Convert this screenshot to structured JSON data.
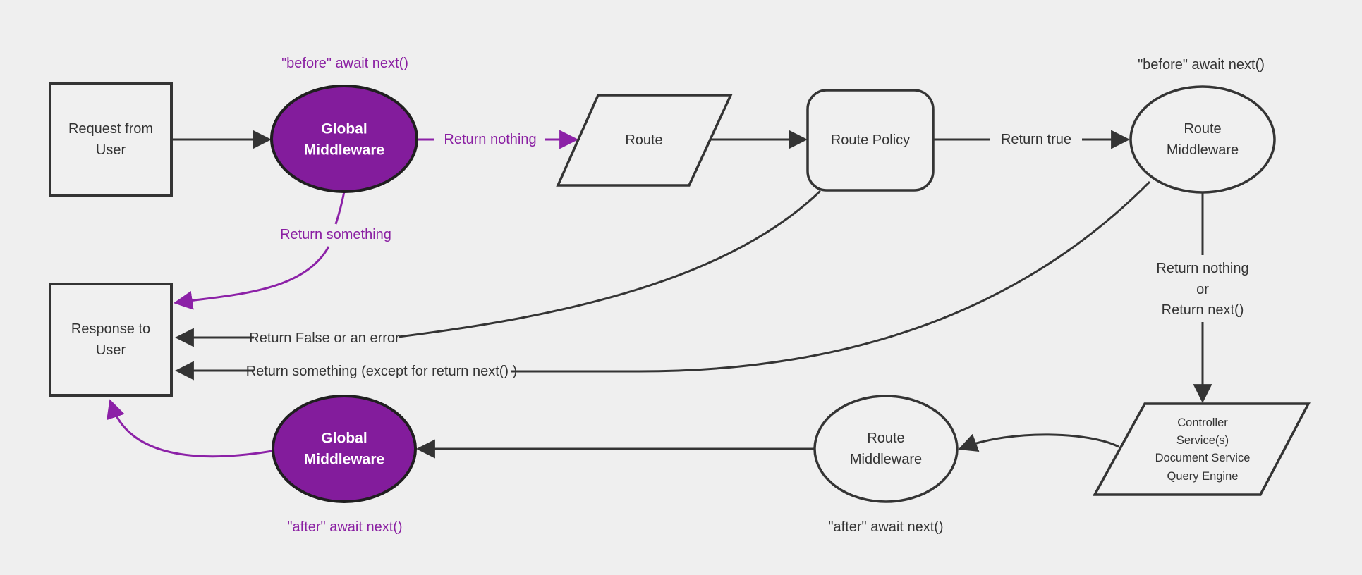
{
  "diagram_title": "middleware-request-response-flow",
  "colors": {
    "background": "#efefef",
    "node_fill": "#f0f0f0",
    "line_black": "#343434",
    "line_purple": "#8c21a7",
    "purple_fill": "#831c9c",
    "purple_text": "#8a1fa2",
    "black_text": "#333333",
    "white_text": "#ffffff"
  },
  "nodes": {
    "request": {
      "l1": "Request from",
      "l2": "User"
    },
    "global_mw_top": {
      "l1": "Global",
      "l2": "Middleware"
    },
    "route": {
      "l1": "Route"
    },
    "route_policy": {
      "l1": "Route Policy"
    },
    "route_mw_top": {
      "l1": "Route",
      "l2": "Middleware"
    },
    "controller": {
      "l1": "Controller",
      "l2": "Service(s)",
      "l3": "Document Service",
      "l4": "Query Engine"
    },
    "route_mw_bottom": {
      "l1": "Route",
      "l2": "Middleware"
    },
    "global_mw_bottom": {
      "l1": "Global",
      "l2": "Middleware"
    },
    "response": {
      "l1": "Response to",
      "l2": "User"
    }
  },
  "labels": {
    "before_global": "\"before\" await next()",
    "before_route": "\"before\" await next()",
    "after_route": "\"after\" await next()",
    "after_global": "\"after\" await next()",
    "return_nothing": "Return nothing",
    "return_true": "Return true",
    "return_something": "Return something",
    "return_nothing_or_1": "Return nothing",
    "return_nothing_or_2": "or",
    "return_nothing_or_3": "Return next()",
    "return_false": "Return False or an error",
    "return_something_except": "Return something (except for return next() )"
  }
}
